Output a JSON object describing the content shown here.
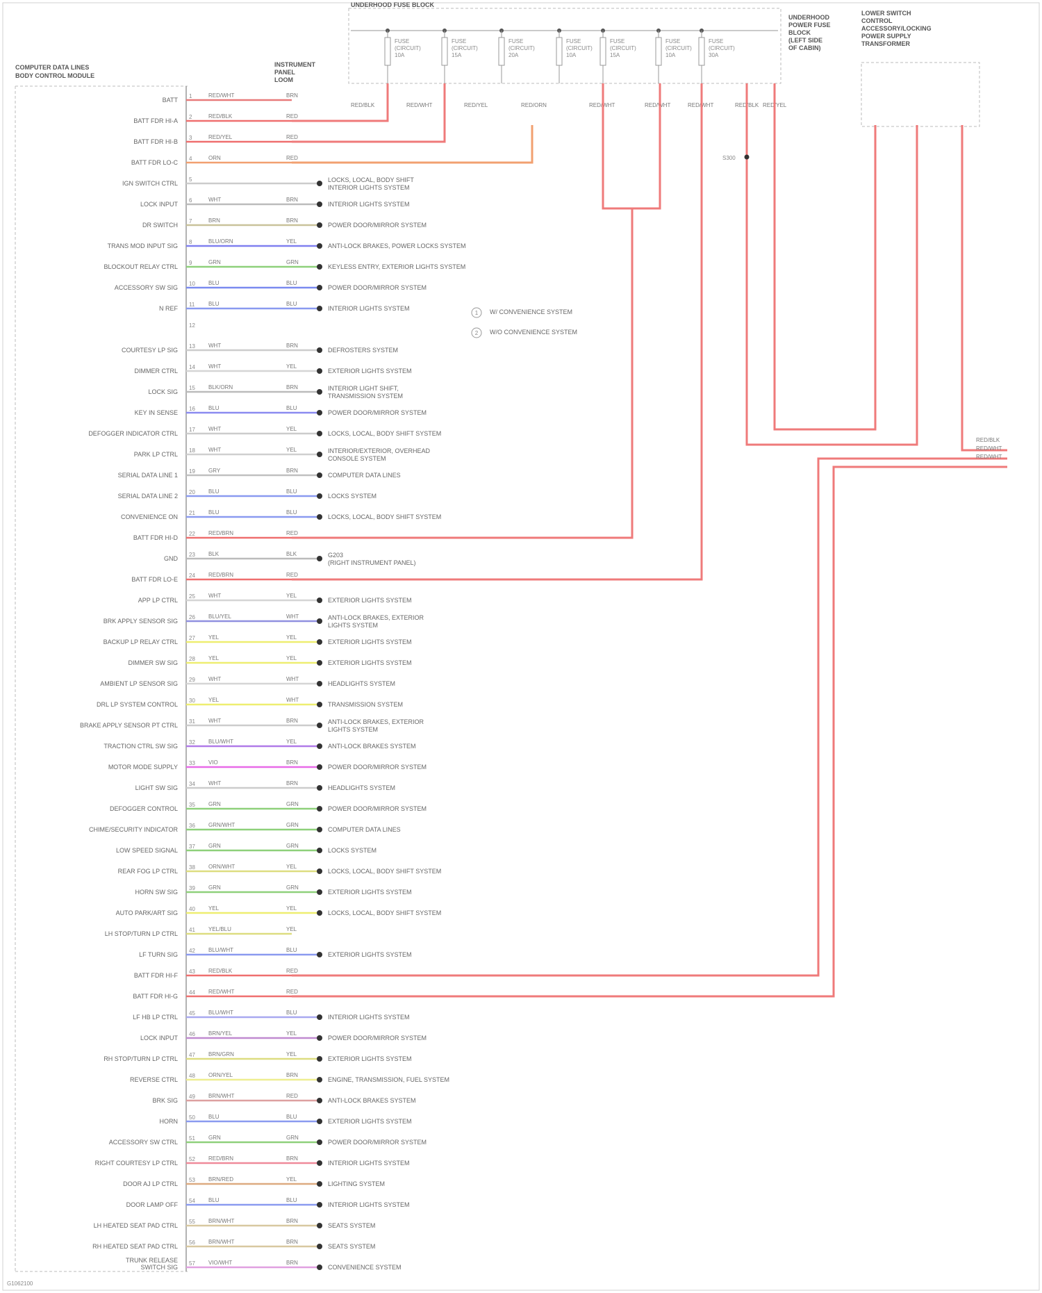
{
  "module": {
    "title": "COMPUTER DATA LINES\nBODY CONTROL MODULE",
    "connector_title": "INSTRUMENT\nPANEL\nLOOM"
  },
  "fuse_block": {
    "title": "UNDERHOOD FUSE BLOCK",
    "side_title": "UNDERHOOD\nPOWER FUSE\nBLOCK\n(LEFT SIDE\nOF CABIN)",
    "fuses": [
      {
        "label": "FUSE\n(CIRCUIT)\n10A"
      },
      {
        "label": "FUSE\n(CIRCUIT)\n15A"
      },
      {
        "label": "FUSE\n(CIRCUIT)\n20A"
      },
      {
        "label": "FUSE\n(CIRCUIT)\n10A"
      },
      {
        "label": "FUSE\n(CIRCUIT)\n15A"
      },
      {
        "label": "FUSE\n(CIRCUIT)\n10A"
      },
      {
        "label": "FUSE\n(CIRCUIT)\n30A"
      }
    ]
  },
  "right_module": {
    "title": "LOWER SWITCH\nCONTROL\nACCESSORY/LOCKING\nPOWER SUPPLY\nTRANSFORMER"
  },
  "legend": [
    {
      "symbol": "1",
      "text": "W/ CONVENIENCE SYSTEM"
    },
    {
      "symbol": "2",
      "text": "W/O CONVENIENCE SYSTEM"
    }
  ],
  "pins": [
    {
      "no": "1",
      "name": "BATT",
      "color": "#e87a7a",
      "code1": "RED/WHT",
      "code2": "BRN",
      "dest": ""
    },
    {
      "no": "2",
      "name": "BATT FDR HI-A",
      "color": "#ef6f6f",
      "code1": "RED/BLK",
      "code2": "RED",
      "dest": ""
    },
    {
      "no": "3",
      "name": "BATT FDR HI-B",
      "color": "#ef6f6f",
      "code1": "RED/YEL",
      "code2": "RED",
      "dest": ""
    },
    {
      "no": "4",
      "name": "BATT FDR LO-C",
      "color": "#f2a070",
      "code1": "ORN",
      "code2": "RED",
      "dest": ""
    },
    {
      "no": "5",
      "name": "IGN SWITCH CTRL",
      "color": "#cccccc",
      "code1": "",
      "code2": "",
      "dest": "LOCKS, LOCAL, BODY SHIFT\nINTERIOR LIGHTS SYSTEM"
    },
    {
      "no": "6",
      "name": "LOCK INPUT",
      "color": "#bbbbbb",
      "code1": "WHT",
      "code2": "BRN",
      "dest": "INTERIOR LIGHTS SYSTEM"
    },
    {
      "no": "7",
      "name": "DR SWITCH",
      "color": "#c9c29a",
      "code1": "BRN",
      "code2": "BRN",
      "dest": "POWER DOOR/MIRROR SYSTEM"
    },
    {
      "no": "8",
      "name": "TRANS MOD INPUT SIG",
      "color": "#8080f0",
      "code1": "BLU/ORN",
      "code2": "YEL",
      "dest": "ANTI-LOCK BRAKES, POWER LOCKS SYSTEM"
    },
    {
      "no": "9",
      "name": "BLOCKOUT RELAY CTRL",
      "color": "#8ed07a",
      "code1": "GRN",
      "code2": "GRN",
      "dest": "KEYLESS ENTRY, EXTERIOR LIGHTS SYSTEM"
    },
    {
      "no": "10",
      "name": "ACCESSORY SW SIG",
      "color": "#7a8af0",
      "code1": "BLU",
      "code2": "BLU",
      "dest": "POWER DOOR/MIRROR SYSTEM"
    },
    {
      "no": "11",
      "name": "N REF",
      "color": "#8a9af0",
      "code1": "BLU",
      "code2": "BLU",
      "dest": "INTERIOR LIGHTS SYSTEM"
    },
    {
      "no": "12",
      "name": "",
      "color": "",
      "code1": "",
      "code2": "",
      "dest": ""
    },
    {
      "no": "13",
      "name": "COURTESY LP SIG",
      "color": "#cccccc",
      "code1": "WHT",
      "code2": "BRN",
      "dest": "DEFROSTERS SYSTEM"
    },
    {
      "no": "14",
      "name": "DIMMER CTRL",
      "color": "#d5d5d5",
      "code1": "WHT",
      "code2": "YEL",
      "dest": "EXTERIOR LIGHTS SYSTEM"
    },
    {
      "no": "15",
      "name": "LOCK SIG",
      "color": "#bbbbbb",
      "code1": "BLK/ORN",
      "code2": "BRN",
      "dest": "INTERIOR LIGHT SHIFT,\nTRANSMISSION SYSTEM"
    },
    {
      "no": "16",
      "name": "KEY IN SENSE",
      "color": "#8a8af0",
      "code1": "BLU",
      "code2": "BLU",
      "dest": "POWER DOOR/MIRROR SYSTEM"
    },
    {
      "no": "17",
      "name": "DEFOGGER INDICATOR CTRL",
      "color": "#cccccc",
      "code1": "WHT",
      "code2": "YEL",
      "dest": "LOCKS, LOCAL, BODY SHIFT SYSTEM"
    },
    {
      "no": "18",
      "name": "PARK LP CTRL",
      "color": "#cfcfcf",
      "code1": "WHT",
      "code2": "YEL",
      "dest": "INTERIOR/EXTERIOR, OVERHEAD\nCONSOLE SYSTEM"
    },
    {
      "no": "19",
      "name": "SERIAL DATA LINE 1",
      "color": "#c0c0c0",
      "code1": "GRY",
      "code2": "BRN",
      "dest": "COMPUTER DATA LINES"
    },
    {
      "no": "20",
      "name": "SERIAL DATA LINE 2",
      "color": "#8a9af0",
      "code1": "BLU",
      "code2": "BLU",
      "dest": "LOCKS SYSTEM"
    },
    {
      "no": "21",
      "name": "CONVENIENCE ON",
      "color": "#8a9af0",
      "code1": "BLU",
      "code2": "BLU",
      "dest": "LOCKS, LOCAL, BODY SHIFT SYSTEM"
    },
    {
      "no": "22",
      "name": "BATT FDR HI-D",
      "color": "#ef6f6f",
      "code1": "RED/BRN",
      "code2": "RED",
      "dest": ""
    },
    {
      "no": "23",
      "name": "GND",
      "color": "#bbbbbb",
      "code1": "BLK",
      "code2": "BLK",
      "dest": "G203\n(RIGHT INSTRUMENT PANEL)"
    },
    {
      "no": "24",
      "name": "BATT FDR LO-E",
      "color": "#ef6f6f",
      "code1": "RED/BRN",
      "code2": "RED",
      "dest": ""
    },
    {
      "no": "25",
      "name": "APP LP CTRL",
      "color": "#d5d5d5",
      "code1": "WHT",
      "code2": "YEL",
      "dest": "EXTERIOR LIGHTS SYSTEM"
    },
    {
      "no": "26",
      "name": "BRK APPLY SENSOR SIG",
      "color": "#9090e0",
      "code1": "BLU/YEL",
      "code2": "WHT",
      "dest": "ANTI-LOCK BRAKES, EXTERIOR\nLIGHTS SYSTEM"
    },
    {
      "no": "27",
      "name": "BACKUP LP RELAY CTRL",
      "color": "#eeee70",
      "code1": "YEL",
      "code2": "YEL",
      "dest": "EXTERIOR LIGHTS SYSTEM"
    },
    {
      "no": "28",
      "name": "DIMMER SW SIG",
      "color": "#eeee70",
      "code1": "YEL",
      "code2": "YEL",
      "dest": "EXTERIOR LIGHTS SYSTEM"
    },
    {
      "no": "29",
      "name": "AMBIENT LP SENSOR SIG",
      "color": "#d5d5d5",
      "code1": "WHT",
      "code2": "WHT",
      "dest": "HEADLIGHTS SYSTEM"
    },
    {
      "no": "30",
      "name": "DRL LP SYSTEM CONTROL",
      "color": "#eeee70",
      "code1": "YEL",
      "code2": "WHT",
      "dest": "TRANSMISSION SYSTEM"
    },
    {
      "no": "31",
      "name": "BRAKE APPLY SENSOR PT CTRL",
      "color": "#cccccc",
      "code1": "WHT",
      "code2": "BRN",
      "dest": "ANTI-LOCK BRAKES, EXTERIOR\nLIGHTS SYSTEM"
    },
    {
      "no": "32",
      "name": "TRACTION CTRL SW SIG",
      "color": "#b07ae8",
      "code1": "BLU/WHT",
      "code2": "YEL",
      "dest": "ANTI-LOCK BRAKES SYSTEM"
    },
    {
      "no": "33",
      "name": "MOTOR MODE SUPPLY",
      "color": "#e86ae8",
      "code1": "VIO",
      "code2": "BRN",
      "dest": "POWER DOOR/MIRROR SYSTEM"
    },
    {
      "no": "34",
      "name": "LIGHT SW SIG",
      "color": "#cccccc",
      "code1": "WHT",
      "code2": "BRN",
      "dest": "HEADLIGHTS SYSTEM"
    },
    {
      "no": "35",
      "name": "DEFOGGER CONTROL",
      "color": "#8ed07a",
      "code1": "GRN",
      "code2": "GRN",
      "dest": "POWER DOOR/MIRROR SYSTEM"
    },
    {
      "no": "36",
      "name": "CHIME/SECURITY INDICATOR",
      "color": "#8ed07a",
      "code1": "GRN/WHT",
      "code2": "GRN",
      "dest": "COMPUTER DATA LINES"
    },
    {
      "no": "37",
      "name": "LOW SPEED SIGNAL",
      "color": "#8ed07a",
      "code1": "GRN",
      "code2": "GRN",
      "dest": "LOCKS SYSTEM"
    },
    {
      "no": "38",
      "name": "REAR FOG LP CTRL",
      "color": "#dddd80",
      "code1": "ORN/WHT",
      "code2": "YEL",
      "dest": "LOCKS, LOCAL, BODY SHIFT SYSTEM"
    },
    {
      "no": "39",
      "name": "HORN SW SIG",
      "color": "#8ed07a",
      "code1": "GRN",
      "code2": "GRN",
      "dest": "EXTERIOR LIGHTS SYSTEM"
    },
    {
      "no": "40",
      "name": "AUTO PARK/ART SIG",
      "color": "#eeee70",
      "code1": "YEL",
      "code2": "YEL",
      "dest": "LOCKS, LOCAL, BODY SHIFT SYSTEM"
    },
    {
      "no": "41",
      "name": "LH STOP/TURN LP CTRL",
      "color": "#dddd80",
      "code1": "YEL/BLU",
      "code2": "YEL",
      "dest": ""
    },
    {
      "no": "42",
      "name": "LF TURN SIG",
      "color": "#8a9af0",
      "code1": "BLU/WHT",
      "code2": "BLU",
      "dest": "EXTERIOR LIGHTS SYSTEM"
    },
    {
      "no": "43",
      "name": "BATT FDR HI-F",
      "color": "#ef6f6f",
      "code1": "RED/BLK",
      "code2": "RED",
      "dest": ""
    },
    {
      "no": "44",
      "name": "BATT FDR HI-G",
      "color": "#ef6f6f",
      "code1": "RED/WHT",
      "code2": "RED",
      "dest": ""
    },
    {
      "no": "45",
      "name": "LF HB LP CTRL",
      "color": "#a8a8f0",
      "code1": "BLU/WHT",
      "code2": "BLU",
      "dest": "INTERIOR LIGHTS SYSTEM"
    },
    {
      "no": "46",
      "name": "LOCK INPUT",
      "color": "#c08ad0",
      "code1": "BRN/YEL",
      "code2": "YEL",
      "dest": "POWER DOOR/MIRROR SYSTEM"
    },
    {
      "no": "47",
      "name": "RH STOP/TURN LP CTRL",
      "color": "#dddd80",
      "code1": "BRN/GRN",
      "code2": "YEL",
      "dest": "EXTERIOR LIGHTS SYSTEM"
    },
    {
      "no": "48",
      "name": "REVERSE CTRL",
      "color": "#eeee90",
      "code1": "ORN/YEL",
      "code2": "BRN",
      "dest": "ENGINE, TRANSMISSION, FUEL SYSTEM"
    },
    {
      "no": "49",
      "name": "BRK SIG",
      "color": "#dda0a0",
      "code1": "BRN/WHT",
      "code2": "RED",
      "dest": "ANTI-LOCK BRAKES SYSTEM"
    },
    {
      "no": "50",
      "name": "HORN",
      "color": "#8a9af0",
      "code1": "BLU",
      "code2": "BLU",
      "dest": "EXTERIOR LIGHTS SYSTEM"
    },
    {
      "no": "51",
      "name": "ACCESSORY SW CTRL",
      "color": "#8ed07a",
      "code1": "GRN",
      "code2": "GRN",
      "dest": "POWER DOOR/MIRROR SYSTEM"
    },
    {
      "no": "52",
      "name": "RIGHT COURTESY LP CTRL",
      "color": "#ef8a9a",
      "code1": "RED/BRN",
      "code2": "BRN",
      "dest": "INTERIOR LIGHTS SYSTEM"
    },
    {
      "no": "53",
      "name": "DOOR AJ LP CTRL",
      "color": "#ddaa80",
      "code1": "BRN/RED",
      "code2": "YEL",
      "dest": "LIGHTING SYSTEM"
    },
    {
      "no": "54",
      "name": "DOOR LAMP OFF",
      "color": "#8a9af0",
      "code1": "BLU",
      "code2": "BLU",
      "dest": "INTERIOR LIGHTS SYSTEM"
    },
    {
      "no": "55",
      "name": "LH HEATED SEAT PAD CTRL",
      "color": "#d8c8a0",
      "code1": "BRN/WHT",
      "code2": "BRN",
      "dest": "SEATS SYSTEM"
    },
    {
      "no": "56",
      "name": "RH HEATED SEAT PAD CTRL",
      "color": "#d8c8a0",
      "code1": "BRN/WHT",
      "code2": "BRN",
      "dest": "SEATS SYSTEM"
    },
    {
      "no": "57",
      "name": "TRUNK RELEASE\nSWITCH SIG",
      "color": "#e0a0e0",
      "code1": "VIO/WHT",
      "code2": "BRN",
      "dest": "CONVENIENCE SYSTEM"
    }
  ],
  "misc": {
    "fuse_sub_codes": [
      "RED/BLK",
      "RED/WHT",
      "RED/YEL",
      "RED/ORN",
      "RED/WHT",
      "RED/WHT",
      "RED/WHT",
      "RED/BLK",
      "RED/YEL"
    ],
    "right_stub_codes": [
      "RED/BLK",
      "RED/WHT",
      "RED/WHT"
    ],
    "splice_label": "S300",
    "footer": "G1062100"
  }
}
